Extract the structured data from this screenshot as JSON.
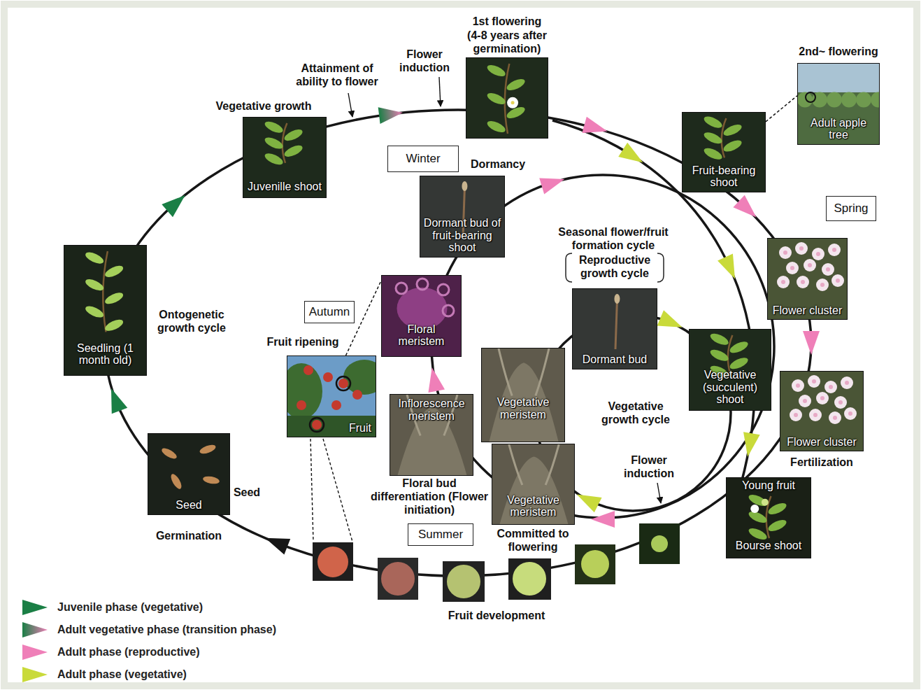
{
  "diagram": {
    "nodes": [
      {
        "text": [
          "1st flowering (4-8 years after germination)"
        ]
      },
      {
        "text": [
          "2nd~ flowering",
          "Adult apple tree"
        ]
      },
      {
        "text": [
          "Juvenille shoot"
        ]
      },
      {
        "text": [
          "Fruit-bearing shoot"
        ]
      },
      {
        "text": [
          "Winter"
        ]
      },
      {
        "text": [
          "Dormant bud of fruit-bearing shoot"
        ]
      },
      {
        "text": [
          "Spring"
        ]
      },
      {
        "text": [
          "Flower cluster"
        ]
      },
      {
        "text": [
          "Seedling (1 month old)"
        ]
      },
      {
        "text": [
          "Floral meristem"
        ]
      },
      {
        "text": [
          "Dormant bud"
        ]
      },
      {
        "text": [
          "Autumn"
        ]
      },
      {
        "text": [
          "Vegetative (succulent) shoot"
        ]
      },
      {
        "text": [
          "Vegetative meristem"
        ]
      },
      {
        "text": [
          "Fruit"
        ]
      },
      {
        "text": [
          "Flower cluster"
        ]
      },
      {
        "text": [
          "Inflorescence meristem"
        ]
      },
      {
        "text": [
          "Seed"
        ]
      },
      {
        "text": [
          "Vegetative meristem"
        ]
      },
      {
        "text": [
          "Young fruit",
          "Bourse shoot"
        ]
      },
      {
        "text": [
          "Summer"
        ]
      }
    ],
    "edges": [
      {
        "from": 3,
        "to": 1,
        "arrow": "none"
      },
      {
        "from": 14,
        "to": 9,
        "arrow": "none"
      }
    ],
    "labels": [
      "Flower induction",
      "Attainment of ability to flower",
      "Vegetative growth",
      "Dormancy",
      "Seasonal flower/fruit formation cycle",
      "Reproductive growth cycle",
      "Ontogenetic growth cycle",
      "Fruit ripening",
      "Vegetative growth cycle",
      "Flower induction",
      "Fertilization",
      "Floral bud differentiation (Flower initiation)",
      "Seed",
      "Germination",
      "Committed to flowering",
      "Fruit development"
    ],
    "legend": [
      {
        "text": "Juvenile phase (vegetative)",
        "color": "#1a7f45"
      },
      {
        "text": "Adult vegetative phase (transition phase)"
      },
      {
        "text": "Adult phase (reproductive)",
        "color": "#ef7fb8"
      },
      {
        "text": "Adult phase (vegetative)",
        "color": "#c9da3a"
      }
    ]
  }
}
